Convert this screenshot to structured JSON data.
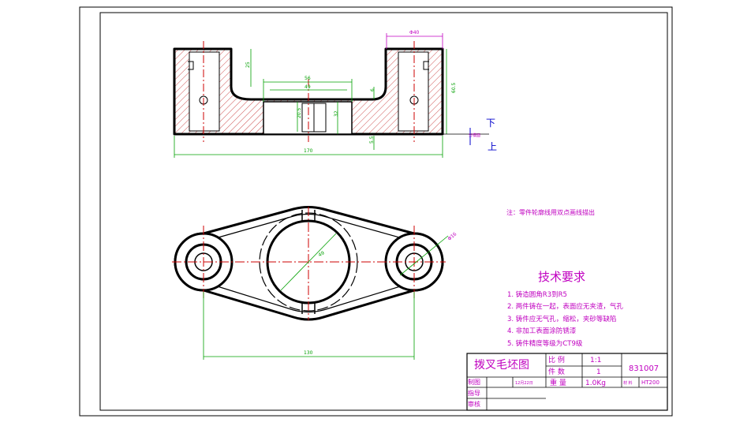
{
  "drawing": {
    "note": "注：零件轮廓线用双点画线描出",
    "label_down": "下",
    "label_up": "上",
    "tech_title": "技术要求",
    "tech_items": [
      "1. 铸造圆角R3到R5",
      "2. 两件铸在一起，表面应无夹渣，气孔",
      "3. 铸件应无气孔，缩松，夹砂等缺陷",
      "4. 非加工表面涂防锈漆",
      "5. 铸件精度等级为CT9级"
    ],
    "dimensions": {
      "top_diameter": "Φ40",
      "height_left": "25",
      "overall_height": "60.5",
      "inner_width": "56",
      "bore_width": "49",
      "bore_height": "32",
      "slot": "20.5",
      "small_offset": "6",
      "bottom_offset": "5.5",
      "overall_length": "170",
      "plan_center_diameter": "49",
      "plan_boss_diameter": "Φ16",
      "plan_length": "130",
      "right_tag": "分模面"
    }
  },
  "title_block": {
    "part_name": "拨叉毛坯图",
    "scale_label": "比 例",
    "scale_value": "1:1",
    "count_label": "件 数",
    "count_value": "1",
    "drawing_no": "831007",
    "drawn_label": "制图",
    "date": "12月22日",
    "weight_label": "重 量",
    "weight_value": "1.0Kg",
    "material_label": "材 料",
    "material_value": "HT200",
    "guide_label": "指导",
    "review_label": "审核"
  },
  "colors": {
    "outline": "#000000",
    "center_line": "#cc0000",
    "dimension": "#00a000",
    "dimension_alt": "#c000c0",
    "hatch": "#c02020",
    "text_blue": "#0000cc",
    "text_magenta": "#c000c0"
  }
}
